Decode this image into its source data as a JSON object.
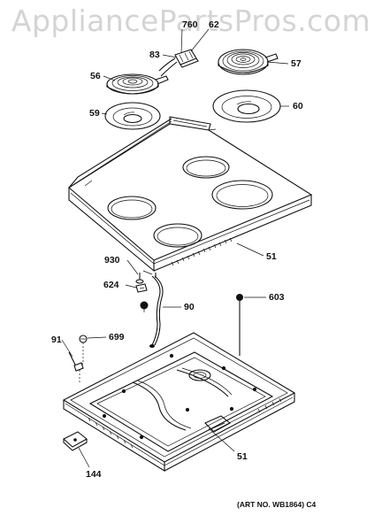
{
  "watermark": "AppliancePartsPros.com",
  "parts": {
    "p51_top": "51",
    "p51_bottom": "51",
    "p56": "56",
    "p57": "57",
    "p59": "59",
    "p60": "60",
    "p62": "62",
    "p83": "83",
    "p90": "90",
    "p91": "91",
    "p144": "144",
    "p603": "603",
    "p624": "624",
    "p699": "699",
    "p760": "760",
    "p930": "930"
  },
  "art_number": "(ART NO. WB1864) C4",
  "colors": {
    "ink": "#111111",
    "watermark": "#d4d4d4",
    "background": "#ffffff"
  }
}
